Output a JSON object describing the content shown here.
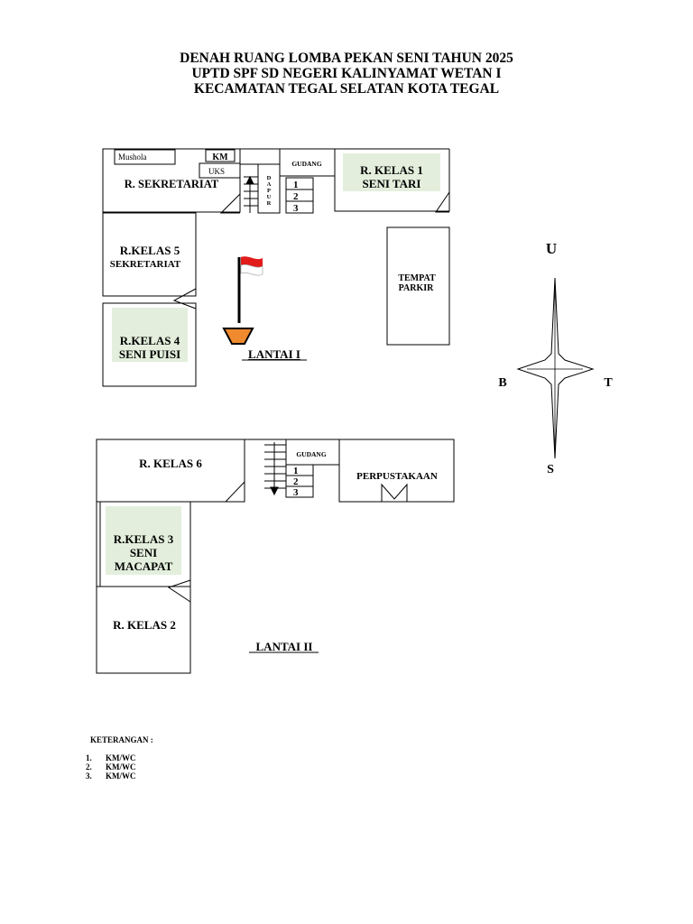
{
  "title": {
    "line1": "DENAH RUANG LOMBA PEKAN SENI TAHUN 2025",
    "line2": "UPTD SPF SD NEGERI KALINYAMAT WETAN I",
    "line3": "KECAMATAN TEGAL SELATAN KOTA TEGAL"
  },
  "floor1": {
    "label": "LANTAI  I",
    "mushola": "Mushola",
    "km": "KM",
    "uks": "UKS",
    "sekretariat": "R. SEKRETARIAT",
    "dapur": [
      "D",
      "A",
      "P",
      "U",
      "R"
    ],
    "gudang": "GUDANG",
    "toilets": [
      "1",
      "2",
      "3"
    ],
    "kelas1": {
      "line1": "R. KELAS 1",
      "line2": "SENI TARI"
    },
    "kelas5": {
      "line1": "R.KELAS 5",
      "line2": "SEKRETARIAT"
    },
    "kelas4": {
      "line1": "R.KELAS 4",
      "line2": "SENI PUISI"
    },
    "parkir": {
      "line1": "TEMPAT",
      "line2": "PARKIR"
    }
  },
  "floor2": {
    "label": "LANTAI  II",
    "kelas6": "R. KELAS 6",
    "gudang": "GUDANG",
    "toilets": [
      "1",
      "2",
      "3"
    ],
    "perpustakaan": "PERPUSTAKAAN",
    "kelas3": {
      "line1": "R.KELAS 3",
      "line2": "SENI",
      "line3": "MACAPAT"
    },
    "kelas2": "R. KELAS 2"
  },
  "compass": {
    "north": "U",
    "south": "S",
    "west": "B",
    "east": "T"
  },
  "legend": {
    "heading": "KETERANGAN :",
    "items": [
      {
        "num": "1.",
        "text": "KM/WC"
      },
      {
        "num": "2.",
        "text": "KM/WC"
      },
      {
        "num": "3.",
        "text": "KM/WC"
      }
    ]
  },
  "colors": {
    "highlight": "#e3efdc",
    "flag_red": "#e21b1b",
    "pot": "#f08a2e"
  }
}
